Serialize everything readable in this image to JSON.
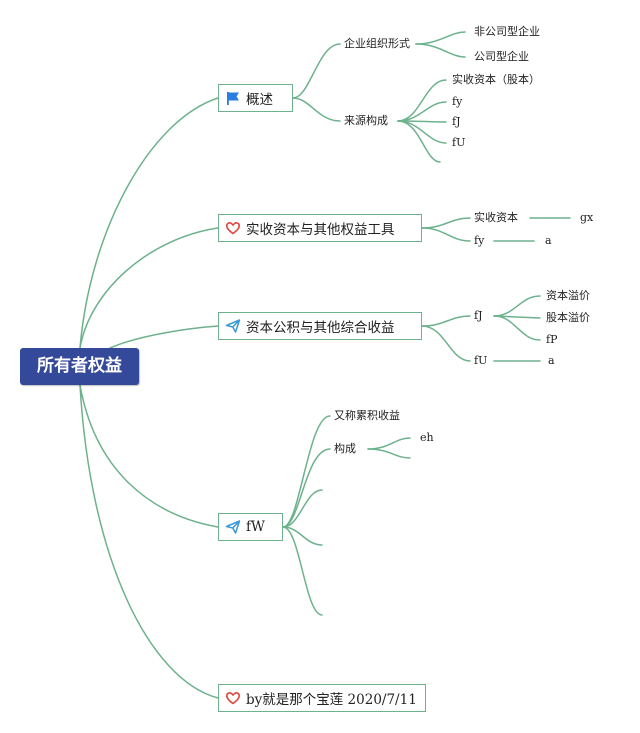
{
  "root": {
    "title": "所有者权益"
  },
  "icons": {
    "flag": "flag-icon",
    "heart": "heart-icon",
    "send": "send-icon"
  },
  "colors": {
    "root_bg": "#34499a",
    "branch": "#6db18d",
    "flag": "#2a7de1",
    "heart": "#e0463d",
    "send": "#3a9ad9"
  },
  "branches": {
    "overview": {
      "label": "概述",
      "org_form": {
        "label": "企业组织形式",
        "children": [
          "非公司型企业",
          "公司型企业"
        ]
      },
      "source": {
        "label": "来源构成",
        "children": [
          "实收资本（股本）",
          "fy",
          "fJ",
          "fU"
        ]
      }
    },
    "paid_in": {
      "label": "实收资本与其他权益工具",
      "items": [
        {
          "label": "实收资本",
          "child": "gx"
        },
        {
          "label": "fy",
          "child": "a"
        }
      ]
    },
    "reserve": {
      "label": "资本公积与其他综合收益",
      "fj": {
        "label": "fJ",
        "children": [
          "资本溢价",
          "股本溢价",
          "fP"
        ]
      },
      "fu": {
        "label": "fU",
        "child": "a"
      }
    },
    "fw": {
      "label": "fW",
      "alias": "又称累积收益",
      "composition": {
        "label": "构成",
        "child": "eh"
      }
    },
    "author": {
      "label": "by就是那个宝莲 2020/7/11"
    }
  }
}
